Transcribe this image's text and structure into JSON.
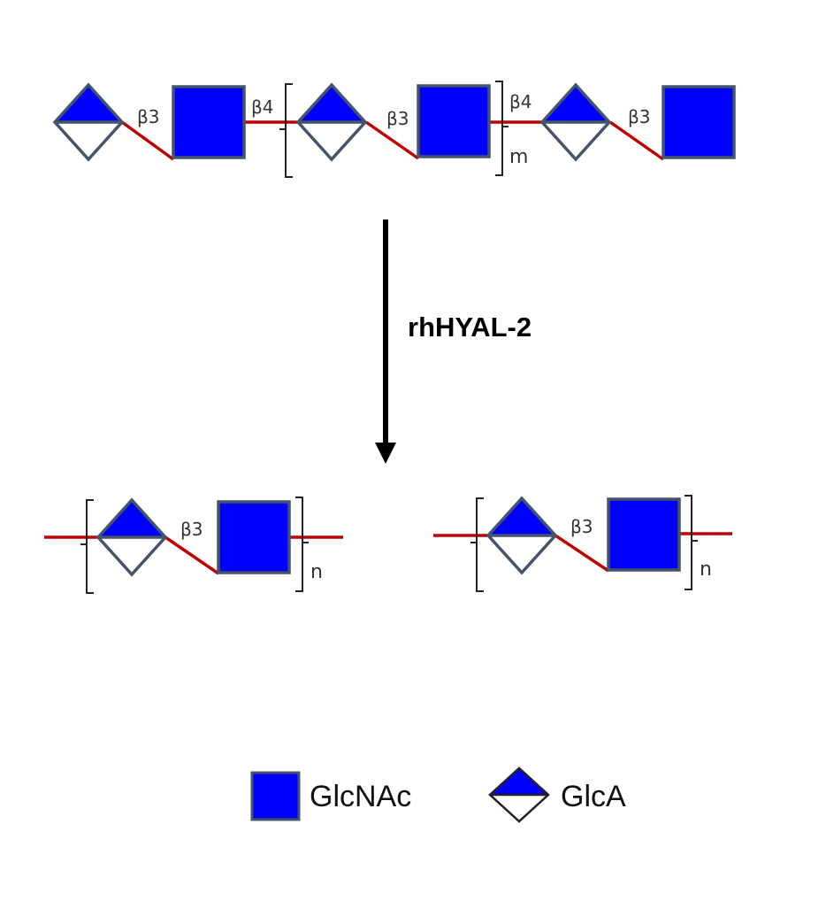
{
  "colors": {
    "glcnac_fill": "#0000ff",
    "glca_fill": "#0000ff",
    "glca_lower_fill": "#ffffff",
    "outline": "#44546a",
    "linkage": "#c00000",
    "arrow": "#000000"
  },
  "icons": {
    "glcnac": "filled-square",
    "glca": "half-filled-diamond"
  },
  "top_chain": {
    "linkage_1": "β3",
    "linkage_2": "β4",
    "linkage_3": "β3",
    "linkage_4": "β4",
    "linkage_5": "β3",
    "repeat_subscript": "m"
  },
  "reaction": {
    "enzyme": "rhHYAL-2"
  },
  "products": {
    "left": {
      "linkage": "β3",
      "repeat_subscript": "n"
    },
    "right": {
      "linkage": "β3",
      "repeat_subscript": "n"
    }
  },
  "legend": {
    "glcnac_label": "GlcNAc",
    "glca_label": "GlcA"
  }
}
